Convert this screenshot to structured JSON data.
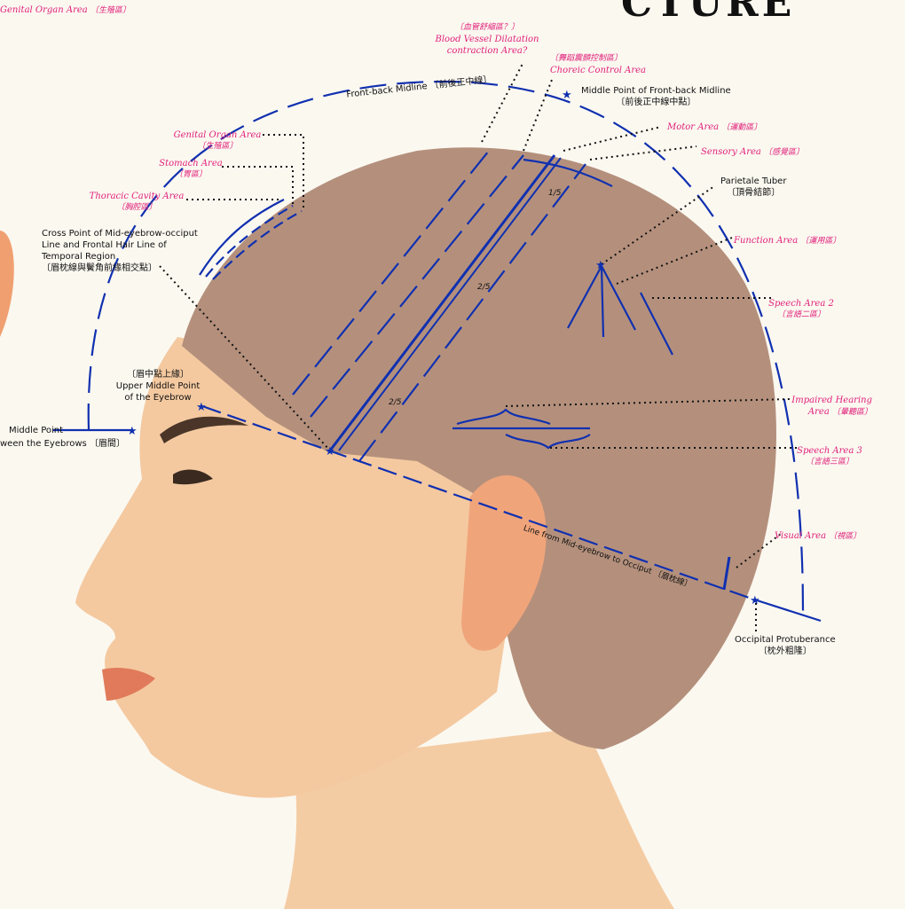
{
  "title_fragment": "CTURE",
  "colors": {
    "label_pink": "#e0207a",
    "line_blue": "#1030b0",
    "scalp": "#b08a76",
    "skin": "#f2c49a"
  },
  "labels": {
    "genital_top": {
      "en": "Genital Organ Area",
      "zh": "〔生殖區〕"
    },
    "blood_vessel": {
      "zh": "〔血管舒縮區？〕",
      "en1": "Blood Vessel Dilatation",
      "en2": "contraction Area?"
    },
    "choreic": {
      "zh": "〔舞蹈震顫控制區〕",
      "en": "Choreic Control Area"
    },
    "midline": {
      "en": "Front-back  Midline",
      "zh": "〔前後正中線〕"
    },
    "midline_point": {
      "en": "Middle Point of Front-back Midline",
      "zh": "〔前後正中線中點〕"
    },
    "motor": {
      "en": "Motor Area",
      "zh": "〔運動區〕"
    },
    "sensory": {
      "en": "Sensory Area",
      "zh": "〔感覺區〕"
    },
    "genital": {
      "en": "Genital Organ Area",
      "zh": "〔生殖區〕"
    },
    "stomach": {
      "en": "Stomach Area",
      "zh": "〔胃區〕"
    },
    "thoracic": {
      "en": "Thoracic Cavity Area",
      "zh": "〔胸腔區〕"
    },
    "parietale": {
      "en": "Parietale  Tuber",
      "zh": "〔頂骨結節〕"
    },
    "function": {
      "en": "Function Area",
      "zh": "〔運用區〕"
    },
    "cross_point": {
      "en1": "Cross Point of Mid-eyebrow-occiput",
      "en2": "Line and Frontal Hair Line of",
      "en3": "Temporal Region",
      "zh": "〔眉枕線與鬢角前緣相交點〕"
    },
    "speech2": {
      "en": "Speech Area 2",
      "zh": "〔言語二區〕"
    },
    "upper_eyebrow": {
      "zh": "〔眉中點上緣〕",
      "en1": "Upper Middle Point",
      "en2": "of the Eyebrow"
    },
    "impaired_hearing": {
      "en1": "Impaired Hearing",
      "en2": "Area",
      "zh": "〔暈聽區〕"
    },
    "between_eyebrows": {
      "en1": "Middle Point",
      "en2": "ween the Eyebrows",
      "zh": "〔眉間〕"
    },
    "speech3": {
      "en": "Speech Area 3",
      "zh": "〔言語三區〕"
    },
    "eyebrow_occiput_line": "Line from Mid-eyebrow to Occiput 〔眉枕線〕",
    "visual": {
      "en": "Visual Area",
      "zh": "〔視區〕"
    },
    "occipital": {
      "en": "Occipital Protuberance",
      "zh": "〔枕外粗隆〕"
    },
    "frac_1_5": "1/5",
    "frac_2_5_a": "2/5",
    "frac_2_5_b": "2/5"
  }
}
